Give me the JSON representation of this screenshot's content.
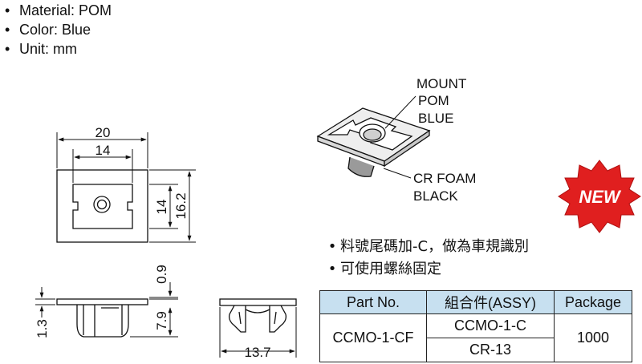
{
  "specs": [
    {
      "bullet": "•",
      "text": "Material: POM"
    },
    {
      "bullet": "•",
      "text": "Color: Blue"
    },
    {
      "bullet": "•",
      "text": "Unit: mm"
    }
  ],
  "drawing": {
    "dim_20": "20",
    "dim_14_w": "14",
    "dim_14_h": "14",
    "dim_16_2": "16.2",
    "dim_0_9": "0.9",
    "dim_1_3": "1.3",
    "dim_7_9": "7.9",
    "dim_13_7": "13.7"
  },
  "callouts": {
    "mount": [
      "MOUNT",
      "POM",
      "BLUE"
    ],
    "foam": [
      "CR FOAM",
      "BLACK"
    ]
  },
  "badge": {
    "text": "NEW",
    "color": "#e01f1f"
  },
  "notes": [
    {
      "bullet": "•",
      "text": "料號尾碼加-C，做為車規識別"
    },
    {
      "bullet": "•",
      "text": "可使用螺絲固定"
    }
  ],
  "table": {
    "headers": [
      "Part No.",
      "組合件(ASSY)",
      "Package"
    ],
    "part_no": "CCMO-1-CF",
    "assy": [
      "CCMO-1-C",
      "CR-13"
    ],
    "package": "1000",
    "header_color": "#c7e0f0"
  }
}
